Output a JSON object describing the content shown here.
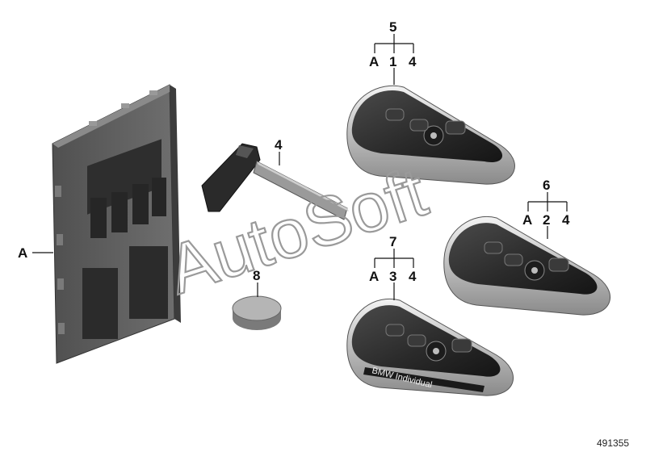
{
  "diagram": {
    "part_labels": {
      "module": "A",
      "key_blade": "4",
      "battery": "8",
      "key1_top": "5",
      "key1_left": "A",
      "key1_mid": "1",
      "key1_right": "4",
      "key2_top": "6",
      "key2_left": "A",
      "key2_mid": "2",
      "key2_right": "4",
      "key3_top": "7",
      "key3_left": "A",
      "key3_mid": "3",
      "key3_right": "4"
    },
    "watermark": "AutoSoft",
    "key_brand_text": "BMW Individual",
    "diagram_number": "491355"
  }
}
